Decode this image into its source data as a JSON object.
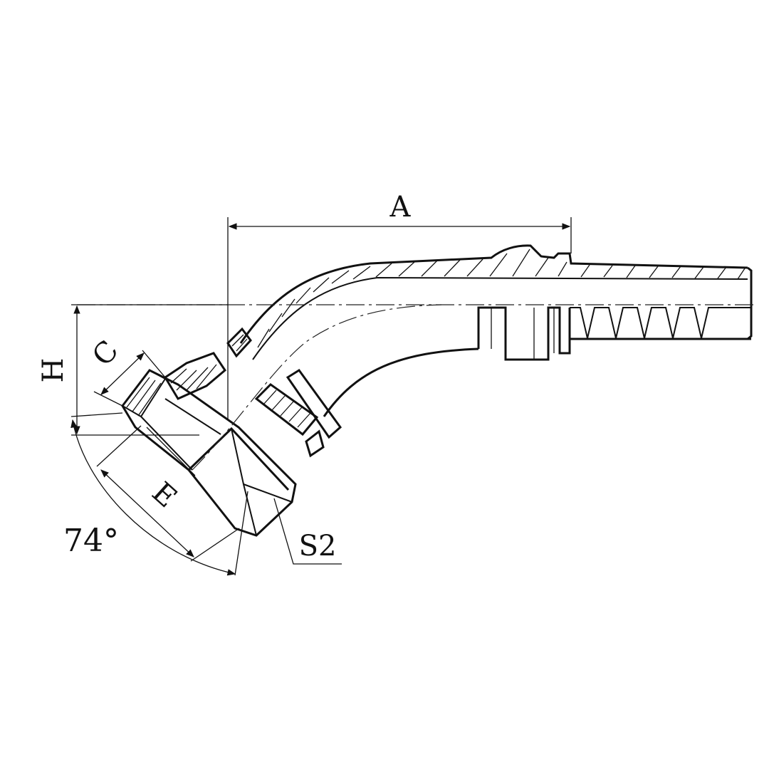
{
  "drawing": {
    "dimension_labels": {
      "a": "A",
      "h": "H",
      "c": "C",
      "e": "E",
      "angle": "74°",
      "s2": "S2"
    }
  }
}
